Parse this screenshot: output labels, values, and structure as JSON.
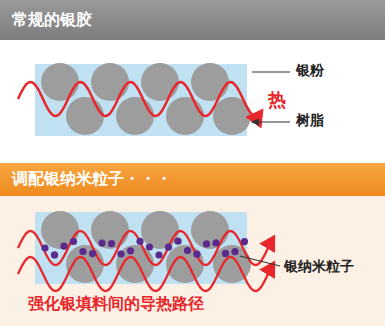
{
  "diagram": {
    "nodes": [
      {
        "text": [
          "常规的银胶"
        ]
      },
      {
        "text": [
          "调配银纳米粒子・・・"
        ]
      }
    ],
    "labels": [
      "银粉",
      "热",
      "树脂",
      "银纳米粒子",
      "强化银填料间的导热路径"
    ]
  }
}
